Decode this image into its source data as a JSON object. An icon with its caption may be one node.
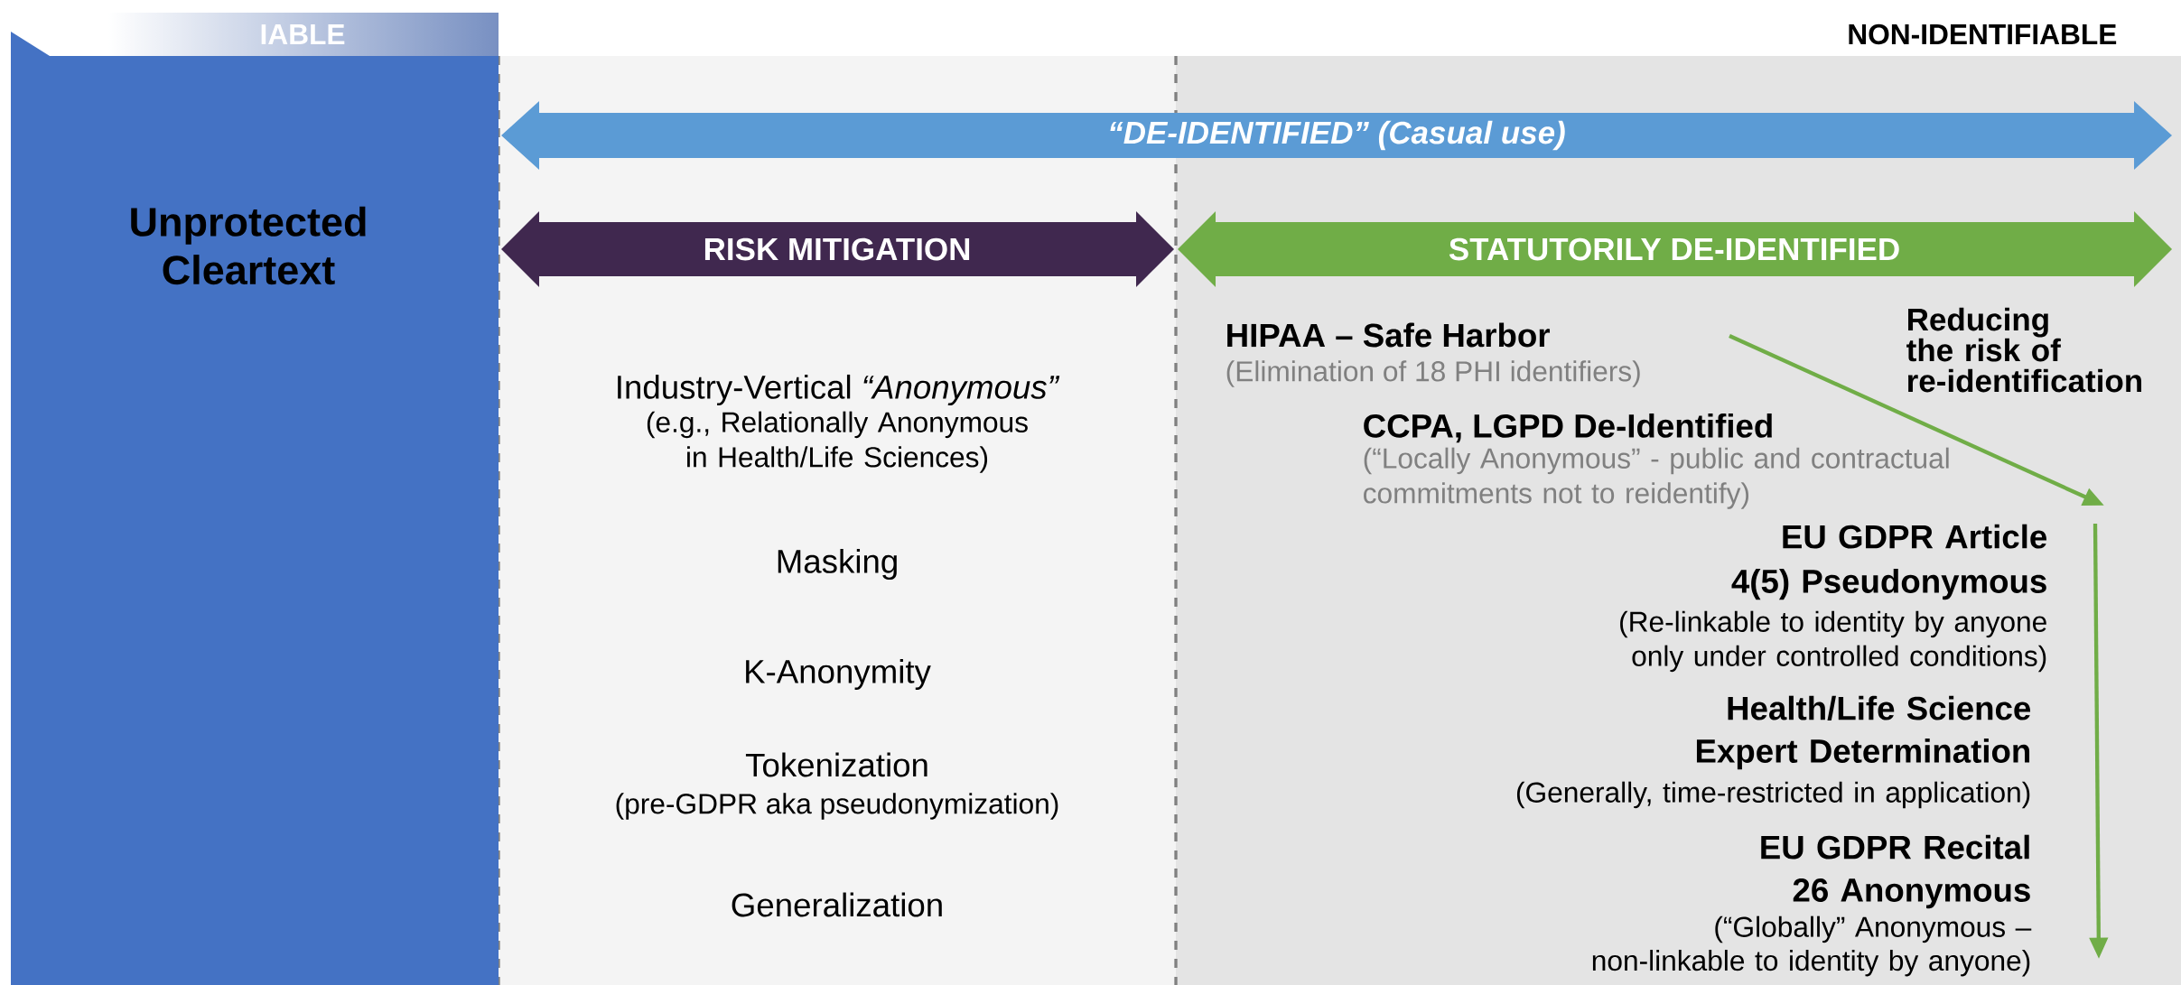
{
  "diagram": {
    "nodes": [
      {
        "text": [
          "Unprotected Cleartext"
        ]
      },
      {
        "text": [
          "“DE-IDENTIFIED” (Casual use)"
        ]
      },
      {
        "text": [
          "RISK MITIGATION"
        ]
      },
      {
        "text": [
          "STATUTORILY DE-IDENTIFIED"
        ]
      }
    ],
    "labels": [
      "IABLE",
      "NON-IDENTIFIABLE",
      "Industry-Vertical *“Anonymous”*",
      "(e.g., Relationally Anonymous in Health/Life Sciences)",
      "HIPAA – Safe Harbor",
      "(Elimination of 18 PHI identifiers)",
      "Reducing the risk of re-identification",
      "CCPA, LGPD De-Identified",
      "(“Locally Anonymous” - public and contractual commitments not to reidentify)",
      "Masking",
      "EU GDPR Article 4(5) Pseudonymous",
      "(Re-linkable to identity by anyone only under controlled conditions)",
      "K-Anonymity",
      "Health/Life Science Expert Determination",
      "(Generally, time-restricted in application)",
      "Tokenization",
      "(pre-GDPR aka pseudonymization)",
      "EU GDPR Recital 26 Anonymous",
      "(“Globally” Anonymous – non-linkable to identity by anyone)",
      "Generalization"
    ]
  }
}
